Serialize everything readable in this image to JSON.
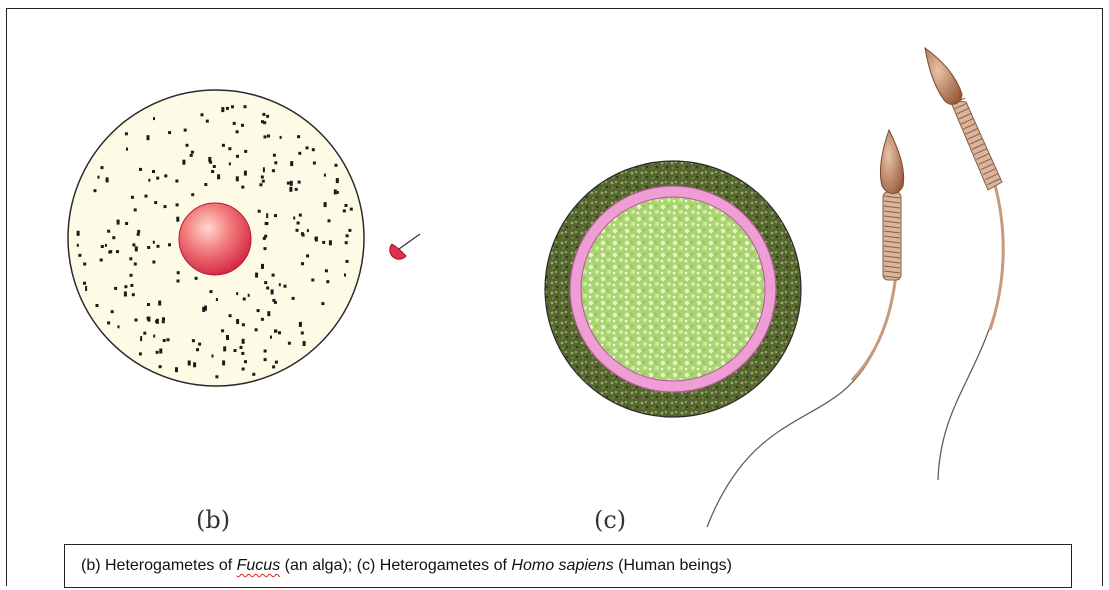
{
  "colors": {
    "egg_cytoplasm": "#fdfbe6",
    "nucleus": "#e0304e",
    "ovum_outer": "#5c6e37",
    "ovum_ring": "#ee9ed4",
    "ovum_inner": "#b8dc82",
    "sperm_head": "#b77a55",
    "sperm_tail": "#b0876d"
  },
  "panels": {
    "b_label": "(b)",
    "c_label": "(c)"
  },
  "caption": {
    "part1": "(b) Heterogametes of ",
    "fucus": "Fucus",
    "part2": " (an alga); (c) Heterogametes of ",
    "homo": "Homo sapiens",
    "part3": " (Human beings)"
  }
}
